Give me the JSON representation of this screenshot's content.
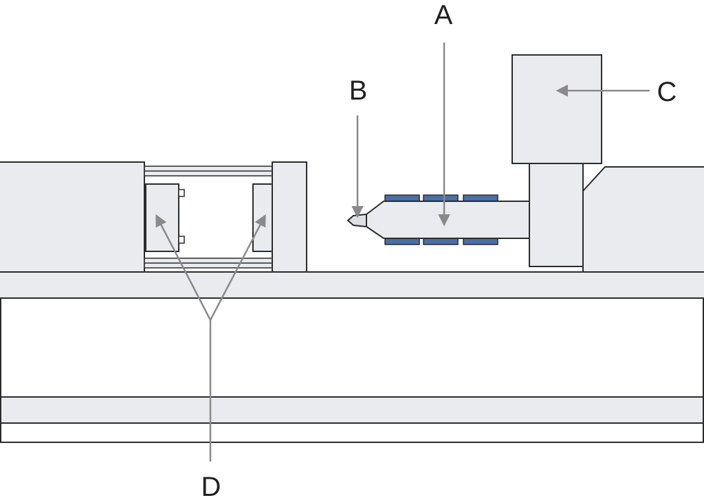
{
  "labels": {
    "a": "A",
    "b": "B",
    "c": "C",
    "d": "D"
  },
  "colors": {
    "part_fill": "#e9ebee",
    "outline": "#2b2b2b",
    "leader": "#8a8a8a",
    "heater_band": "#4a6fa5",
    "background": "#ffffff"
  }
}
